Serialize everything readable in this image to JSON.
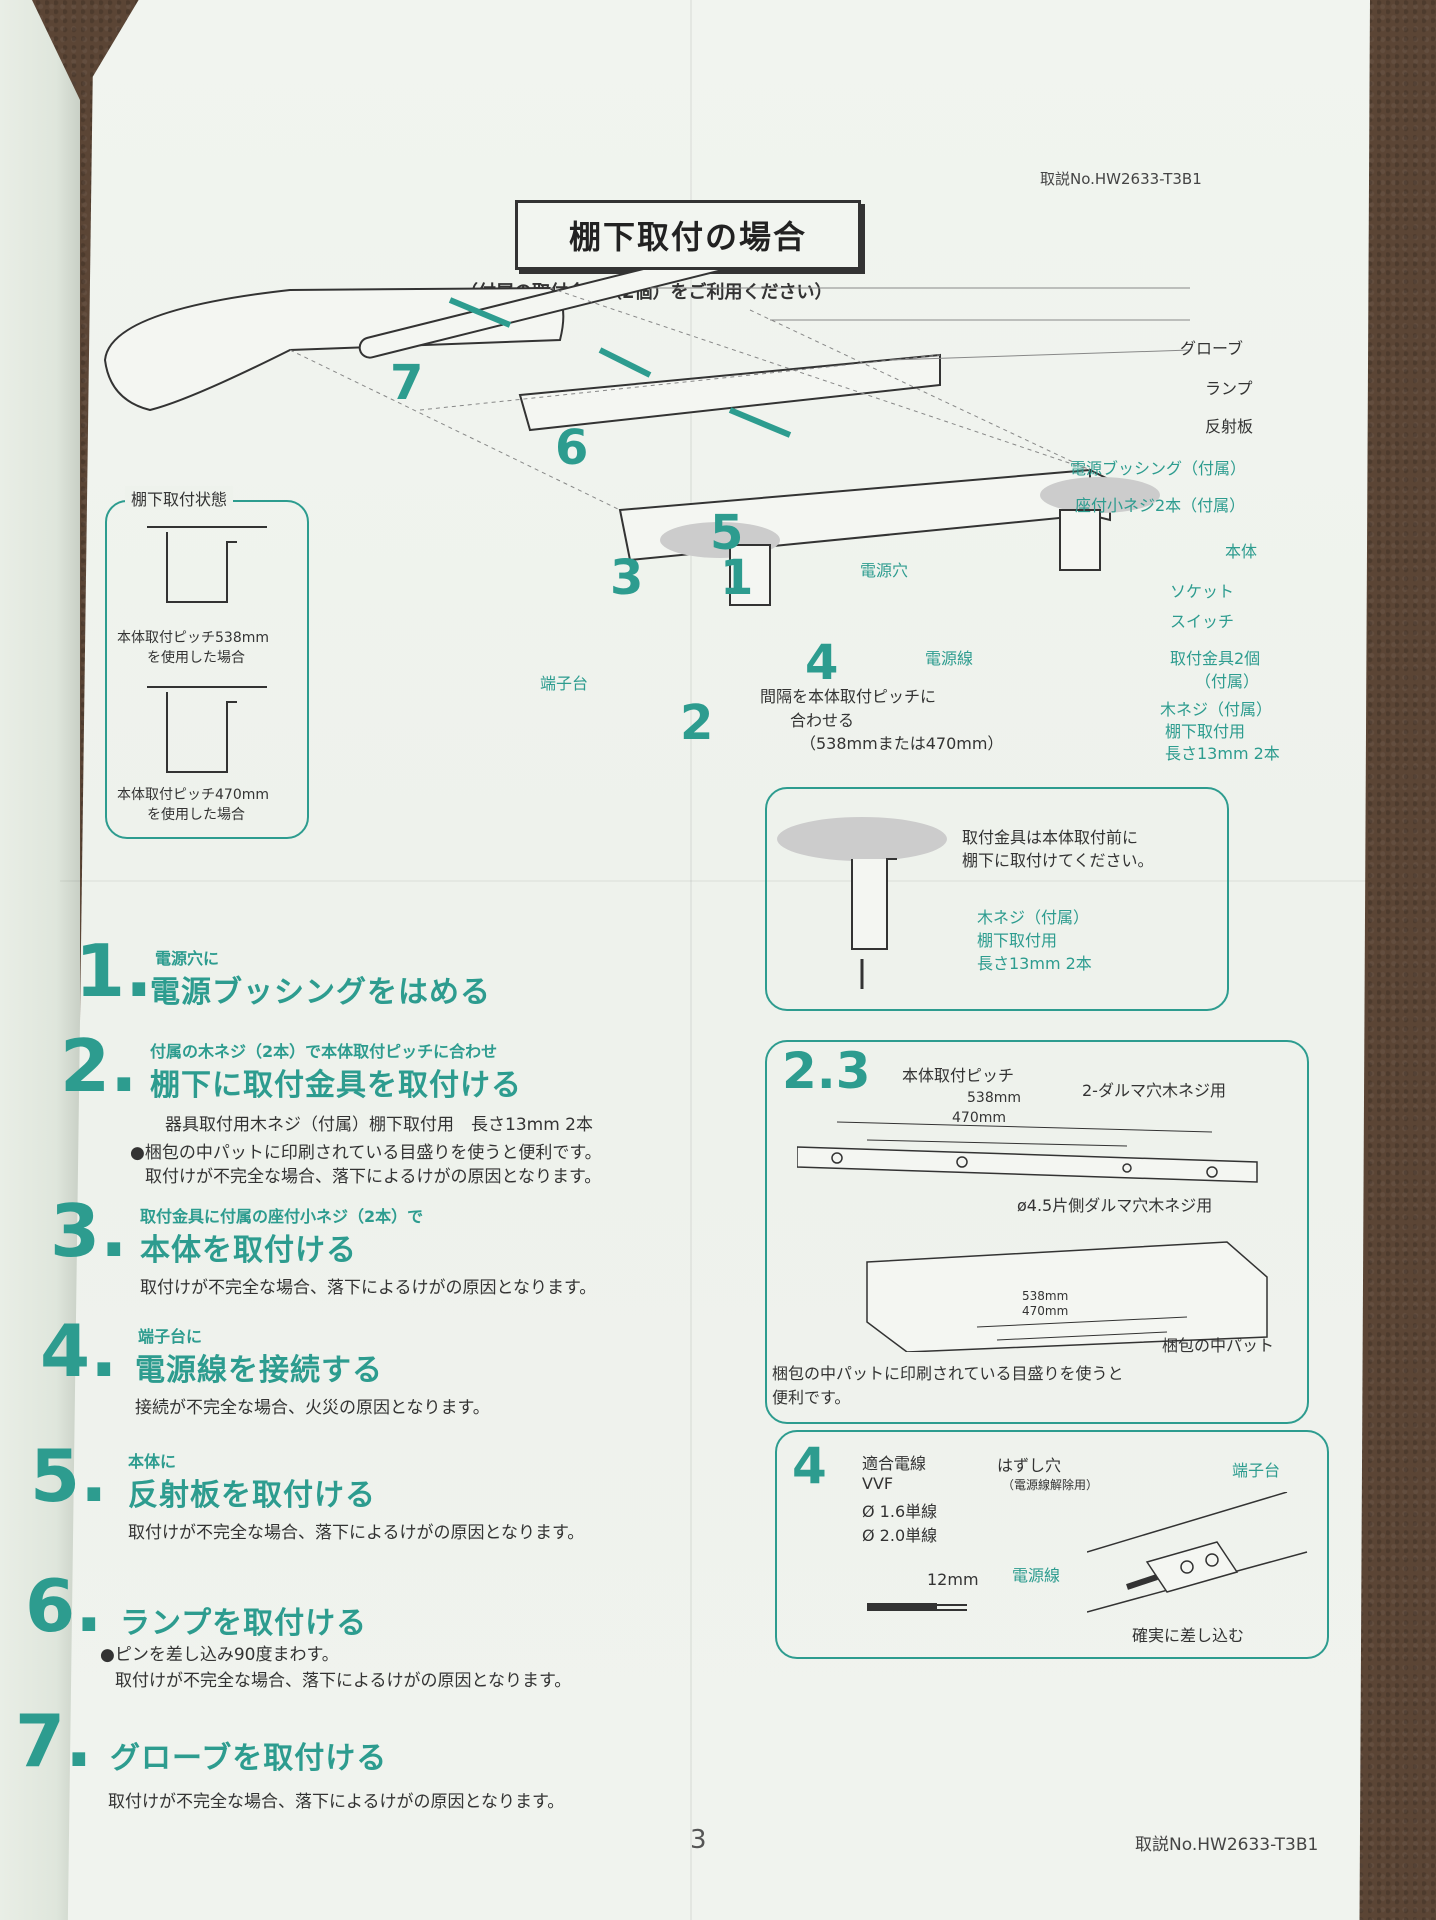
{
  "doc_no_top": "取説No.HW2633-T3B1",
  "doc_no_bottom": "取説No.HW2633-T3B1",
  "title": "棚下取付の場合",
  "subtitle": "（付属の取付金具（2個）をご利用ください）",
  "diagram": {
    "labels": {
      "globe": "グローブ",
      "lamp": "ランプ",
      "reflector": "反射板",
      "bushing": "電源ブッシング（付属）",
      "screws": "座付小ネジ2本（付属）",
      "body": "本体",
      "socket": "ソケット",
      "switch": "スイッチ",
      "bracket": "取付金具2個",
      "bracket_sub": "（付属）",
      "wood_screw": "木ネジ（付属）",
      "wood_screw_2": "棚下取付用",
      "wood_screw_3": "長さ13mm 2本",
      "power_hole": "電源穴",
      "power_cable": "電源線",
      "terminal": "端子台",
      "spacing_1": "間隔を本体取付ピッチに",
      "spacing_2": "合わせる",
      "spacing_3": "（538mmまたは470mm）"
    },
    "step_markers": [
      "7",
      "6",
      "5",
      "1",
      "3",
      "4",
      "2"
    ]
  },
  "state_panel": {
    "title": "棚下取付状態",
    "case1_1": "本体取付ピッチ538mm",
    "case1_2": "を使用した場合",
    "case2_1": "本体取付ピッチ470mm",
    "case2_2": "を使用した場合"
  },
  "bracket_panel": {
    "text1": "取付金具は本体取付前に",
    "text2": "棚下に取付けてください。",
    "ws1": "木ネジ（付属）",
    "ws2": "棚下取付用",
    "ws3": "長さ13mm 2本"
  },
  "pitch_panel": {
    "num": "2.3",
    "title": "本体取付ピッチ",
    "d538": "538mm",
    "d470": "470mm",
    "daruma2": "2-ダルマ穴木ネジ用",
    "daruma1": "ø4.5片側ダルマ穴木ネジ用",
    "pad_538": "538mm",
    "pad_470": "470mm",
    "pad_label": "梱包の中パット",
    "note1": "梱包の中パットに印刷されている目盛りを使うと",
    "note2": "便利です。"
  },
  "wire_panel": {
    "num": "4",
    "t1": "適合電線",
    "t2": "VVF",
    "t3": "Ø 1.6単線",
    "t4": "Ø 2.0単線",
    "strip": "12mm",
    "release": "はずし穴",
    "release_sub": "（電源線解除用）",
    "terminal": "端子台",
    "cable": "電源線",
    "insert": "確実に差し込む"
  },
  "steps": [
    {
      "num": "1.",
      "small": "電源穴に",
      "big": "電源ブッシングをはめる",
      "notes": []
    },
    {
      "num": "2.",
      "small": "付属の木ネジ（2本）で本体取付ピッチに合わせ",
      "big": "棚下に取付金具を取付ける",
      "notes": [
        "器具取付用木ネジ（付属）棚下取付用　長さ13mm 2本",
        "●梱包の中パットに印刷されている目盛りを使うと便利です。",
        "取付けが不完全な場合、落下によるけがの原因となります。"
      ]
    },
    {
      "num": "3.",
      "small": "取付金具に付属の座付小ネジ（2本）で",
      "big": "本体を取付ける",
      "notes": [
        "取付けが不完全な場合、落下によるけがの原因となります。"
      ]
    },
    {
      "num": "4.",
      "small": "端子台に",
      "big": "電源線を接続する",
      "notes": [
        "接続が不完全な場合、火災の原因となります。"
      ]
    },
    {
      "num": "5.",
      "small": "本体に",
      "big": "反射板を取付ける",
      "notes": [
        "取付けが不完全な場合、落下によるけがの原因となります。"
      ]
    },
    {
      "num": "6.",
      "small": "",
      "big": "ランプを取付ける",
      "notes": [
        "●ピンを差し込み90度まわす。",
        "取付けが不完全な場合、落下によるけがの原因となります。"
      ]
    },
    {
      "num": "7.",
      "small": "",
      "big": "グローブを取付ける",
      "notes": [
        "取付けが不完全な場合、落下によるけがの原因となります。"
      ]
    }
  ],
  "page_number": "3"
}
